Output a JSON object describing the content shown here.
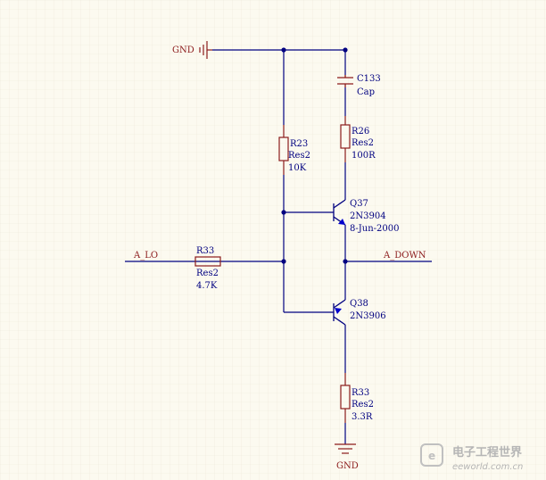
{
  "schematic": {
    "nets": {
      "gnd_top": "GND",
      "gnd_bottom": "GND",
      "input": "A_LO",
      "output": "A_DOWN"
    },
    "components": {
      "c133": {
        "designator": "C133",
        "type": "Cap"
      },
      "r23": {
        "designator": "R23",
        "type": "Res2",
        "value": "10K"
      },
      "r26": {
        "designator": "R26",
        "type": "Res2",
        "value": "100R"
      },
      "q37": {
        "designator": "Q37",
        "part": "2N3904",
        "date": "8-Jun-2000"
      },
      "r33_in": {
        "designator": "R33",
        "type": "Res2",
        "value": "4.7K"
      },
      "q38": {
        "designator": "Q38",
        "part": "2N3906"
      },
      "r33_out": {
        "designator": "R33",
        "type": "Res2",
        "value": "3.3R"
      }
    },
    "colors": {
      "wire": "#000080",
      "component": "#8b1a1a",
      "background": "#fcfaf0",
      "grid": "#ece8d8"
    }
  },
  "watermark": {
    "title": "电子工程世界",
    "subtitle": "eeworld.com.cn"
  }
}
